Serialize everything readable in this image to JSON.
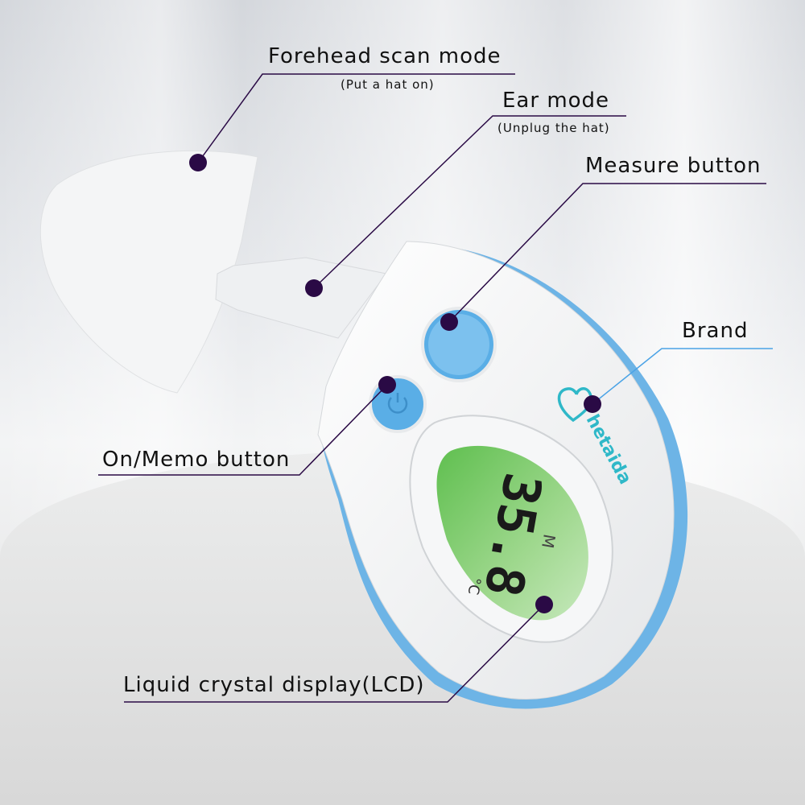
{
  "labels": {
    "forehead": {
      "title": "Forehead scan mode",
      "note": "(Put a hat on)"
    },
    "ear": {
      "title": "Ear mode",
      "note": "(Unplug the hat)"
    },
    "measure": {
      "title": "Measure button"
    },
    "brand": {
      "title": "Brand"
    },
    "on_memo": {
      "title": "On/Memo button"
    },
    "lcd": {
      "title": "Liquid crystal display(LCD)"
    }
  },
  "device": {
    "brand_name": "hetaida",
    "display_reading": "35.8",
    "display_unit": "°C",
    "display_mode": "M"
  },
  "colors": {
    "accent": "#5aaee6",
    "dot": "#2a0a45",
    "lcd": "#7cc76a",
    "brand": "#2fb8c8"
  }
}
